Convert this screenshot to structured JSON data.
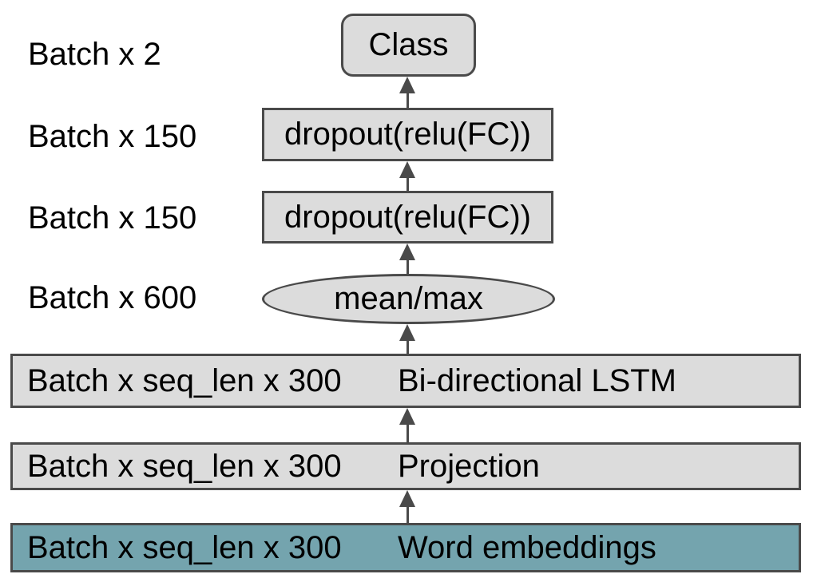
{
  "diagram": {
    "description": "Neural network text-classification architecture diagram"
  },
  "colors": {
    "node_fill": "#dcdcdc",
    "node_border": "#4a4a4a",
    "embeddings_fill": "#74a4ae",
    "arrow": "#4a4a4a",
    "text": "#000000",
    "background": "#ffffff"
  },
  "left_labels": [
    "Batch x 2",
    "Batch x 150",
    "Batch x 150",
    "Batch x 600"
  ],
  "nodes": {
    "class": {
      "label": "Class"
    },
    "fc1": {
      "label": "dropout(relu(FC))"
    },
    "fc2": {
      "label": "dropout(relu(FC))"
    },
    "pool": {
      "label": "mean/max"
    },
    "lstm": {
      "dim": "Batch x seq_len x 300",
      "label": "Bi-directional LSTM"
    },
    "projection": {
      "dim": "Batch x seq_len x 300",
      "label": "Projection"
    },
    "embeddings": {
      "dim": "Batch x seq_len x 300",
      "label": "Word embeddings"
    }
  }
}
